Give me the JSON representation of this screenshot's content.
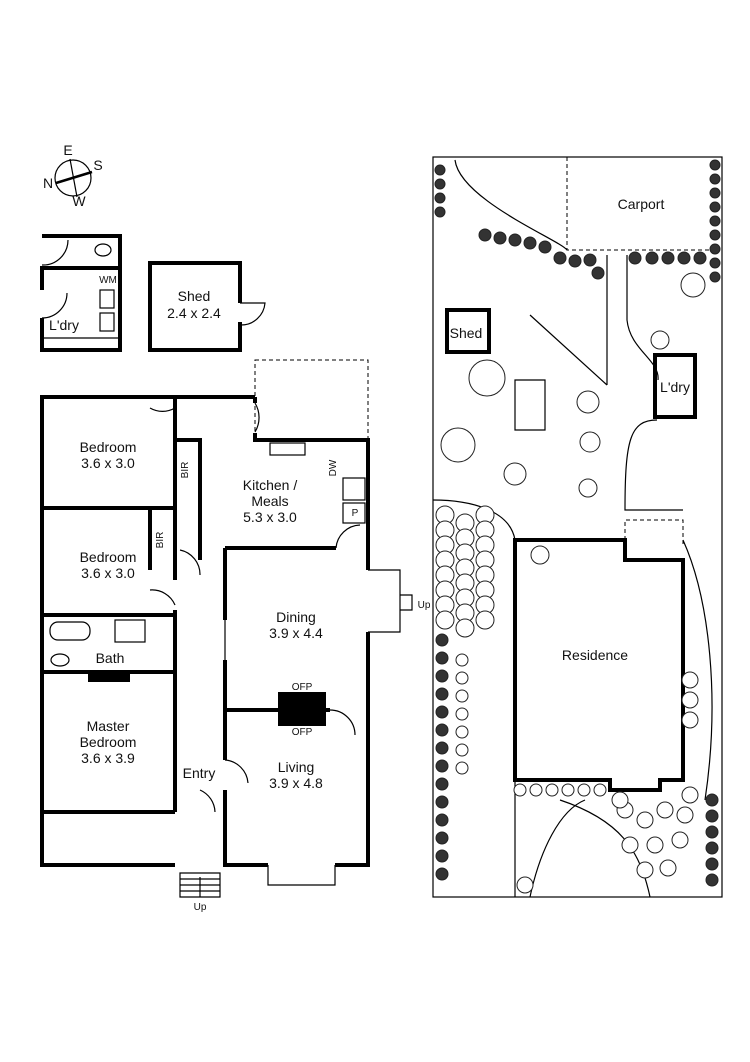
{
  "compass": {
    "n": "N",
    "e": "E",
    "s": "S",
    "w": "W"
  },
  "outbuildings": {
    "laundry_label": "L'dry",
    "wm_label": "WM",
    "shed_label": "Shed",
    "shed_size": "2.4 x 2.4"
  },
  "floor_plan": {
    "bedroom1": {
      "name": "Bedroom",
      "size": "3.6 x 3.0"
    },
    "bedroom2": {
      "name": "Bedroom",
      "size": "3.6 x 3.0"
    },
    "bir": "BIR",
    "kitchen": {
      "name1": "Kitchen /",
      "name2": "Meals",
      "size": "5.3 x 3.0"
    },
    "dw": "DW",
    "pantry": "P",
    "dining": {
      "name": "Dining",
      "size": "3.9 x 4.4"
    },
    "bath": "Bath",
    "ofp": "OFP",
    "master": {
      "name1": "Master",
      "name2": "Bedroom",
      "size": "3.6 x 3.9"
    },
    "entry": "Entry",
    "living": {
      "name": "Living",
      "size": "3.9 x 4.8"
    },
    "up": "Up"
  },
  "site_plan": {
    "carport": "Carport",
    "shed": "Shed",
    "laundry": "L'dry",
    "residence": "Residence"
  }
}
